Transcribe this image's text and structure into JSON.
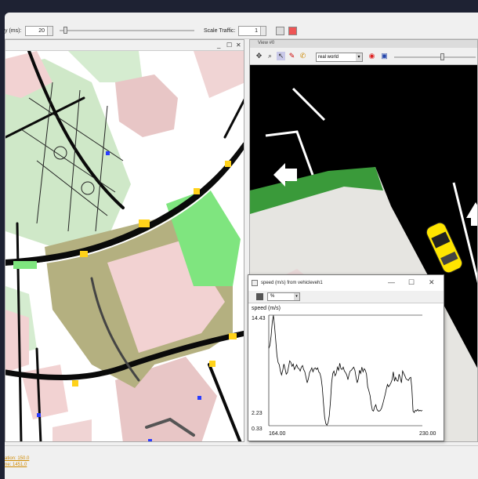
{
  "toolbar": {
    "delay_label": "y (ms):",
    "delay_value": "20",
    "scale_label": "Scale Traffic:",
    "scale_value": "1",
    "delay_slider_fraction": 0.03
  },
  "left_view": {
    "controls": [
      "_",
      "☐",
      "✕"
    ]
  },
  "right_view": {
    "title": "View #0",
    "scheme": "real world",
    "zoom_slider_fraction": 0.6
  },
  "graph_window": {
    "title": "speed (m/s) from vehicleveh1",
    "selector": "%",
    "controls": [
      "—",
      "☐",
      "✕"
    ]
  },
  "chart_data": {
    "type": "line",
    "title": "",
    "ylabel": "speed (m/s)",
    "xlabel": "",
    "x_ticks": [
      "164.00",
      "230.00"
    ],
    "y_ticks": [
      "14.43",
      "2.23",
      "0.33"
    ],
    "xlim": [
      164,
      230
    ],
    "ylim": [
      0.33,
      14.43
    ],
    "grid": false,
    "series": [
      {
        "color": "#000000",
        "x": [
          164,
          164.5,
          165,
          165.5,
          166,
          166.5,
          167,
          167.5,
          168,
          168.5,
          169,
          169.5,
          170,
          170.5,
          171,
          171.5,
          172,
          172.5,
          173,
          173.5,
          174,
          174.5,
          175,
          175.5,
          176,
          176.5,
          177,
          177.5,
          178,
          178.5,
          179,
          179.5,
          180,
          180.5,
          181,
          181.5,
          182,
          182.5,
          183,
          183.5,
          184,
          184.5,
          185,
          185.5,
          186,
          186.5,
          187,
          187.5,
          188,
          188.5,
          189,
          189.5,
          190,
          190.5,
          191,
          191.5,
          192,
          192.5,
          193,
          193.5,
          194,
          194.5,
          195,
          195.5,
          196,
          196.5,
          197,
          197.5,
          198,
          198.5,
          199,
          199.5,
          200,
          200.5,
          201,
          201.5,
          202,
          202.5,
          203,
          203.5,
          204,
          204.5,
          205,
          205.5,
          206,
          206.5,
          207,
          207.5,
          208,
          208.5,
          209,
          209.5,
          210,
          210.5,
          211,
          211.5,
          212,
          212.5,
          213,
          213.5,
          214,
          214.5,
          215,
          215.5,
          216,
          216.5,
          217,
          217.5,
          218,
          218.5,
          219,
          219.5,
          220,
          220.5,
          221,
          221.5,
          222,
          222.5,
          223,
          223.5,
          224,
          224.5,
          225,
          225.5,
          226,
          226.5,
          227,
          227.5,
          228,
          228.5,
          229,
          229.5,
          230
        ],
        "values": [
          10.2,
          10.6,
          11.8,
          13.6,
          14.4,
          13.0,
          11.2,
          9.3,
          8.4,
          8.1,
          7.3,
          6.8,
          7.4,
          8.2,
          7.6,
          6.9,
          7.1,
          7.8,
          8.6,
          8.4,
          7.9,
          8.2,
          7.5,
          7.8,
          8.1,
          7.7,
          7.6,
          7.3,
          7.8,
          8.0,
          7.5,
          7.2,
          6.5,
          5.8,
          6.3,
          7.1,
          7.4,
          7.7,
          7.2,
          7.6,
          7.7,
          7.5,
          7.7,
          7.2,
          7.0,
          6.4,
          5.2,
          3.2,
          1.4,
          0.6,
          0.4,
          0.7,
          1.6,
          3.4,
          5.8,
          7.0,
          7.3,
          6.7,
          7.0,
          7.8,
          7.4,
          8.3,
          7.6,
          7.5,
          7.8,
          7.3,
          7.1,
          6.8,
          6.2,
          6.9,
          7.3,
          7.4,
          7.6,
          7.8,
          7.4,
          6.5,
          5.8,
          6.3,
          7.4,
          7.0,
          7.8,
          7.2,
          7.6,
          7.4,
          6.9,
          5.3,
          4.8,
          4.2,
          3.1,
          2.3,
          2.2,
          2.7,
          3.0,
          2.4,
          2.2,
          2.2,
          2.3,
          2.6,
          3.1,
          3.7,
          4.3,
          5.0,
          5.6,
          5.3,
          5.5,
          5.8,
          6.2,
          7.2,
          6.0,
          6.5,
          6.1,
          6.0,
          6.9,
          6.4,
          5.8,
          7.3,
          7.0,
          6.7,
          6.3,
          6.2,
          6.1,
          6.4,
          6.5,
          5.1,
          2.2,
          2.0,
          2.3,
          2.2,
          2.4,
          2.2,
          2.3,
          2.2,
          2.3
        ]
      }
    ]
  },
  "status": {
    "line1": "ation: 150.0",
    "line2": "ne: 1451.0"
  },
  "colors": {
    "road": "#0a0a0a",
    "junction": "#ffd21a",
    "park": "#cfe8c8",
    "building": "#f2d2d2",
    "lot": "#b4b080",
    "green_roof": "#7fe57f",
    "car": "#ffe500"
  }
}
